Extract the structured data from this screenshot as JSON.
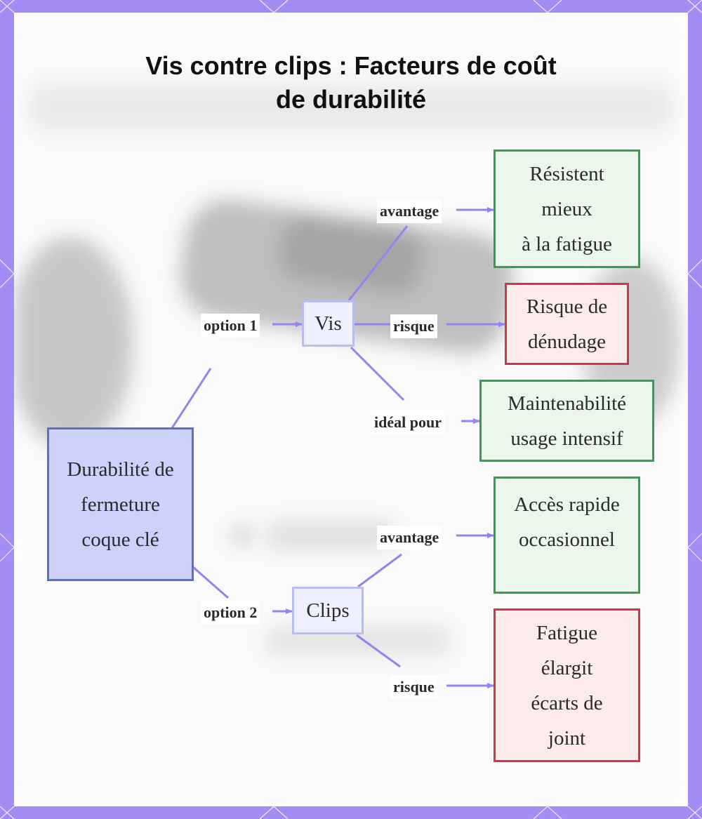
{
  "title": {
    "line1": "Vis contre clips : Facteurs de coût",
    "line2": "de durabilité"
  },
  "colors": {
    "frame": "#a58cf5",
    "edge": "#9b80ee",
    "root_fill": "#cdd2fb",
    "root_border": "#5a6fc8",
    "option_fill": "#eef0ff",
    "option_border": "#b6bef4",
    "advantage_fill": "#eaf7ea",
    "advantage_border": "#35a04c",
    "risk_fill": "#fdebeb",
    "risk_border": "#c9394a"
  },
  "nodes": {
    "root": [
      "Durabilité de",
      "fermeture",
      "coque clé"
    ],
    "vis": "Vis",
    "clips": "Clips",
    "vis_advantage": [
      "Résistent",
      "mieux",
      "à la fatigue"
    ],
    "vis_risk": [
      "Risque de",
      "dénudage"
    ],
    "vis_ideal": [
      "Maintenabilité",
      "usage intensif"
    ],
    "clips_advantage": [
      "Accès rapide",
      "occasionnel"
    ],
    "clips_risk": [
      "Fatigue",
      "élargit",
      "écarts de",
      "joint"
    ]
  },
  "edge_labels": {
    "option1": "option 1",
    "option2": "option 2",
    "vis_advantage": "avantage",
    "vis_risk": "risque",
    "vis_ideal": "idéal pour",
    "clips_advantage": "avantage",
    "clips_risk": "risque"
  }
}
